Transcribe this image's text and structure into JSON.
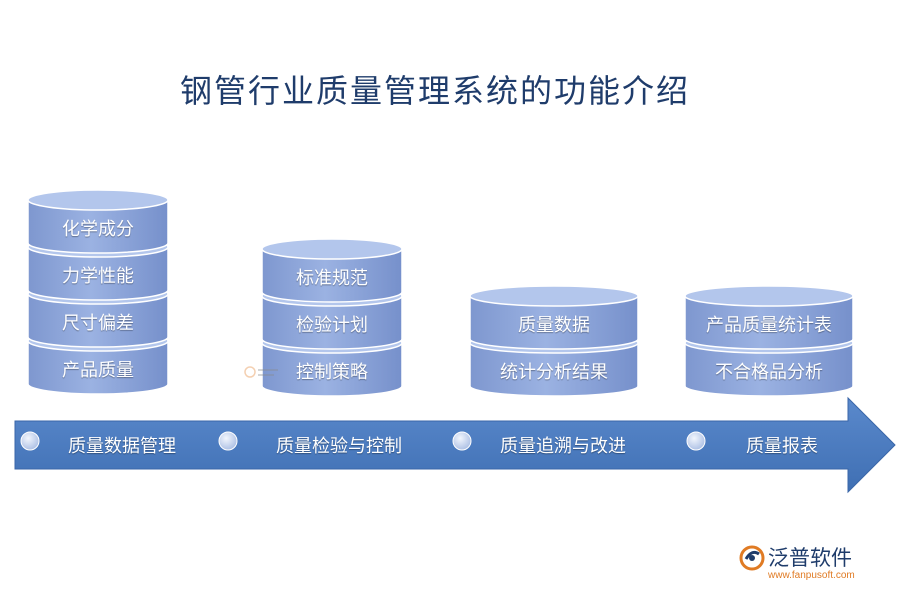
{
  "title": "钢管行业质量管理系统的功能介绍",
  "colors": {
    "disk_fill": "#8fa7db",
    "disk_top": "#b3c6ec",
    "disk_edge": "#ffffff",
    "arrow": "#4a7abf",
    "arrow_dark": "#3a66a8",
    "bullet": "#c9d7ef",
    "title": "#1f3c6b",
    "brand_orange": "#e07b24"
  },
  "stacks": [
    {
      "layers": [
        "化学成分",
        "力学性能",
        "尺寸偏差",
        "产品质量"
      ]
    },
    {
      "layers": [
        "标准规范",
        "检验计划",
        "控制策略"
      ]
    },
    {
      "layers": [
        "质量数据",
        "统计分析结果"
      ]
    },
    {
      "layers": [
        "产品质量统计表",
        "不合格品分析"
      ]
    }
  ],
  "stages": [
    "质量数据管理",
    "质量检验与控制",
    "质量追溯与改进",
    "质量报表"
  ],
  "logo": {
    "name": "泛普软件",
    "url": "www.fanpusoft.com",
    "icon": "fanpu-logo-icon"
  }
}
